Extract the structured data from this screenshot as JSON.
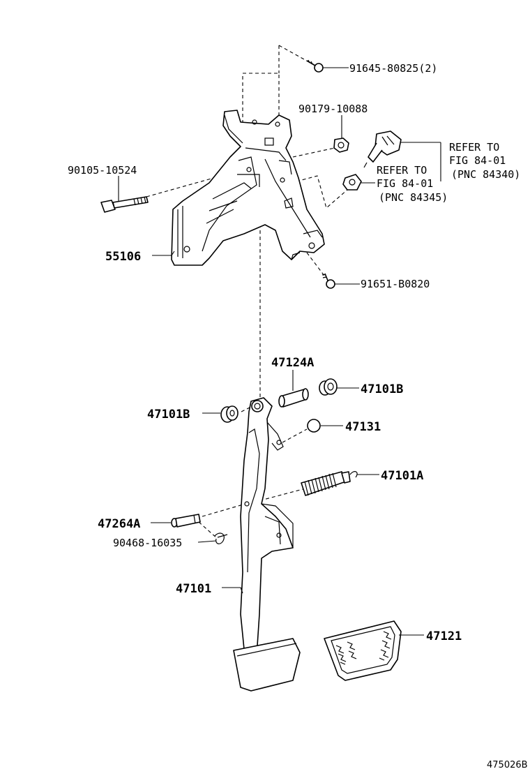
{
  "labels": {
    "bolt_top": "91645-80825(2)",
    "nut_top": "90179-10088",
    "bolt_left": "90105-10524",
    "bracket": "55106",
    "bolt_bottom": "91651-B0820",
    "refer1_line1": "REFER TO",
    "refer1_line2": "FIG 84-01",
    "refer1_line3": "(PNC 84340)",
    "refer2_line1": "REFER TO",
    "refer2_line2": "FIG 84-01",
    "refer2_line3": "(PNC 84345)",
    "collar": "47124A",
    "bushing_right": "47101B",
    "bushing_left": "47101B",
    "cushion": "47131",
    "spring": "47101A",
    "pin": "47264A",
    "clip": "90468-16035",
    "pedal_arm": "47101",
    "pedal_pad": "47121",
    "figure_code": "475026B"
  }
}
